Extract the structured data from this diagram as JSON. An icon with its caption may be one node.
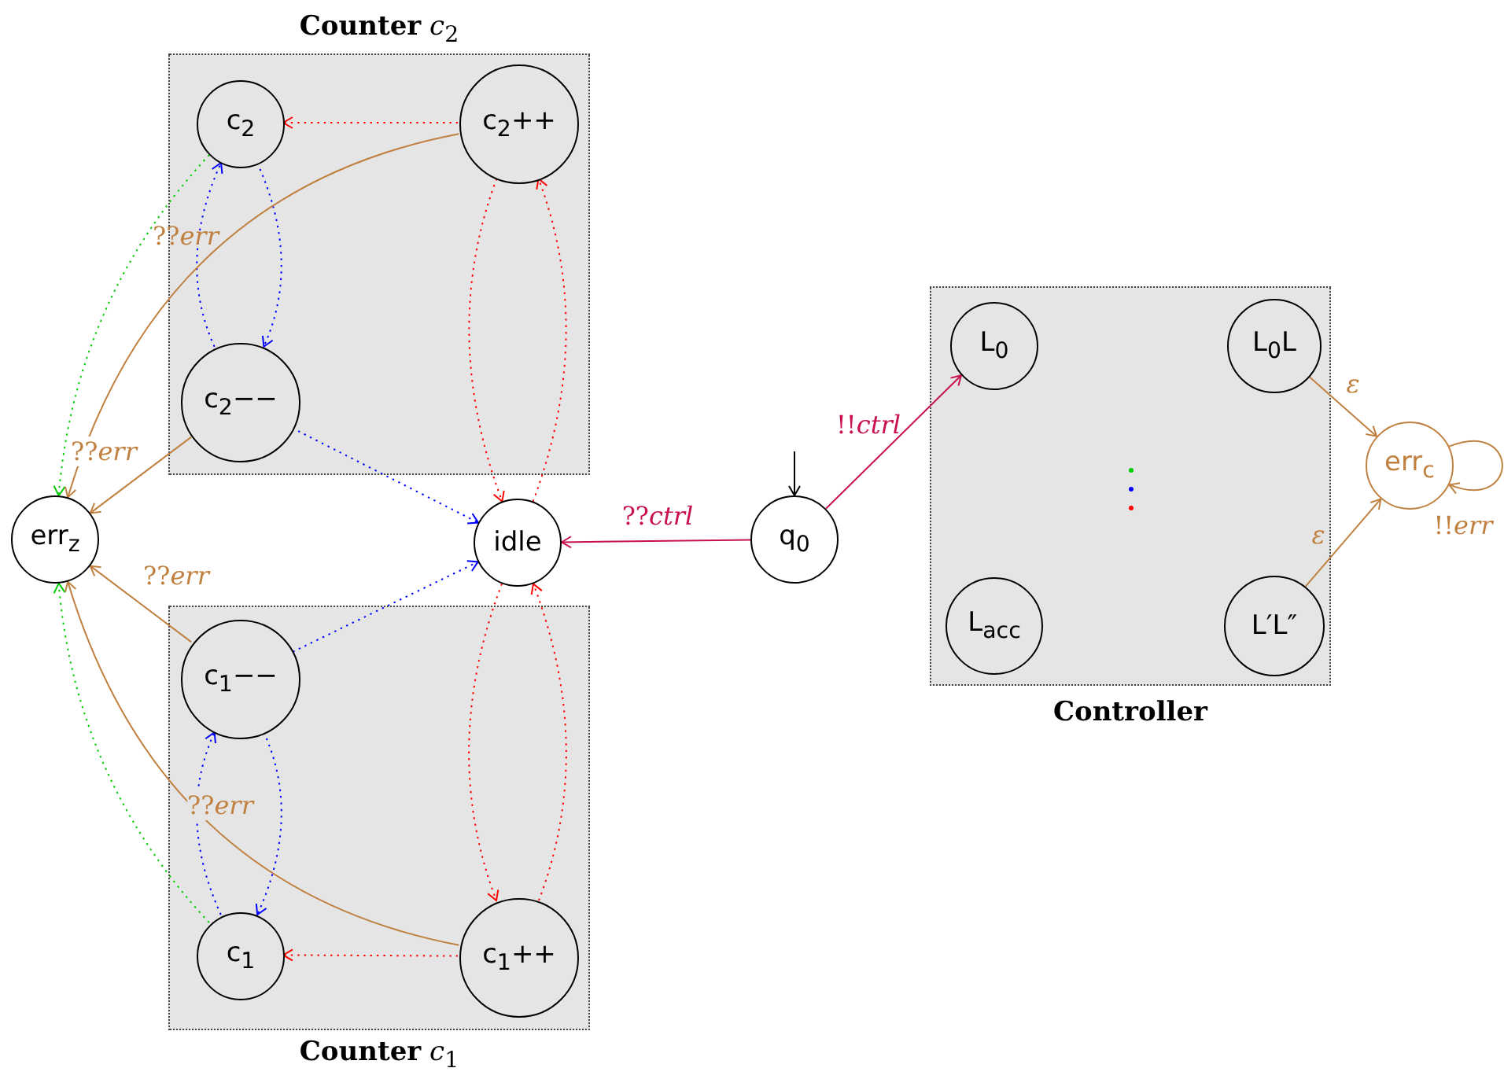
{
  "diagram": {
    "nodes": [
      {
        "text": [
          "**Counter** *c*$_{2}$"
        ]
      },
      {
        "text": [
          "c$_{2}$"
        ],
        "in": 0
      },
      {
        "text": [
          "c$_{2}$++"
        ],
        "in": 0
      },
      {
        "text": [
          "c$_{2}$−−"
        ],
        "in": 0
      },
      {
        "text": [
          "err$_{z}$"
        ]
      },
      {
        "text": [
          "idle"
        ]
      },
      {
        "text": [
          "**Counter** *c*$_{1}$"
        ]
      },
      {
        "text": [
          "c$_{1}$−−"
        ],
        "in": 6
      },
      {
        "text": [
          "c$_{1}$"
        ],
        "in": 6
      },
      {
        "text": [
          "c$_{1}$++"
        ],
        "in": 6
      },
      {
        "text": [
          "q$_{0}$"
        ]
      },
      {
        "text": [
          "**Controller**"
        ]
      },
      {
        "text": [
          "L$_{0}$"
        ],
        "in": 11
      },
      {
        "text": [
          "L$_{0}$L"
        ],
        "in": 11
      },
      {
        "text": [
          "L$_{acc}$"
        ],
        "in": 11
      },
      {
        "text": [
          "L′L″"
        ],
        "in": 11
      },
      {
        "text": [
          "err$_{c}$"
        ]
      }
    ],
    "edges": [
      {
        "from": 2,
        "to": 1,
        "arrow": "to",
        "style": "dashed",
        "color": "#ff0000"
      },
      {
        "from": 1,
        "to": 3,
        "arrow": "to",
        "style": "dashed",
        "color": "#0000ff"
      },
      {
        "from": 3,
        "to": 1,
        "arrow": "to",
        "style": "dashed",
        "color": "#0000ff"
      },
      {
        "from": 1,
        "to": 4,
        "arrow": "to",
        "style": "dashed",
        "color": "#00cc00"
      },
      {
        "from": 2,
        "to": 4,
        "arrow": "to",
        "label": "??*err*",
        "color": "#c08040"
      },
      {
        "from": 3,
        "to": 4,
        "arrow": "to",
        "label": "??*err*",
        "color": "#c08040"
      },
      {
        "from": 3,
        "to": 5,
        "arrow": "to",
        "style": "dashed",
        "color": "#0000ff"
      },
      {
        "from": 2,
        "to": 5,
        "arrow": "to",
        "style": "dashed",
        "color": "#ff0000"
      },
      {
        "from": 5,
        "to": 2,
        "arrow": "to",
        "style": "dashed",
        "color": "#ff0000"
      },
      {
        "from": 7,
        "to": 5,
        "arrow": "to",
        "style": "dashed",
        "color": "#0000ff"
      },
      {
        "from": 7,
        "to": 4,
        "arrow": "to",
        "label": "??*err*",
        "color": "#c08040"
      },
      {
        "from": 9,
        "to": 4,
        "arrow": "to",
        "label": "??*err*",
        "color": "#c08040"
      },
      {
        "from": 8,
        "to": 4,
        "arrow": "to",
        "style": "dashed",
        "color": "#00cc00"
      },
      {
        "from": 8,
        "to": 7,
        "arrow": "to",
        "style": "dashed",
        "color": "#0000ff"
      },
      {
        "from": 7,
        "to": 8,
        "arrow": "to",
        "style": "dashed",
        "color": "#0000ff"
      },
      {
        "from": 9,
        "to": 8,
        "arrow": "to",
        "style": "dashed",
        "color": "#ff0000"
      },
      {
        "from": 5,
        "to": 9,
        "arrow": "to",
        "style": "dashed",
        "color": "#ff0000"
      },
      {
        "from": 9,
        "to": 5,
        "arrow": "to",
        "style": "dashed",
        "color": "#ff0000"
      },
      {
        "from": null,
        "to": 10,
        "arrow": "to",
        "color": "#000000"
      },
      {
        "from": 10,
        "to": 5,
        "arrow": "to",
        "label": "??*ctrl*",
        "color": "#c8104f"
      },
      {
        "from": 10,
        "to": 12,
        "arrow": "to",
        "label": "!!*ctrl*",
        "color": "#c8104f"
      },
      {
        "from": 13,
        "to": 16,
        "arrow": "to",
        "label": "*ε*",
        "color": "#c08040"
      },
      {
        "from": 15,
        "to": 16,
        "arrow": "to",
        "label": "*ε*",
        "color": "#c08040"
      },
      {
        "from": 16,
        "to": 16,
        "arrow": "to",
        "label": "!!*err*",
        "color": "#c08040"
      }
    ]
  }
}
